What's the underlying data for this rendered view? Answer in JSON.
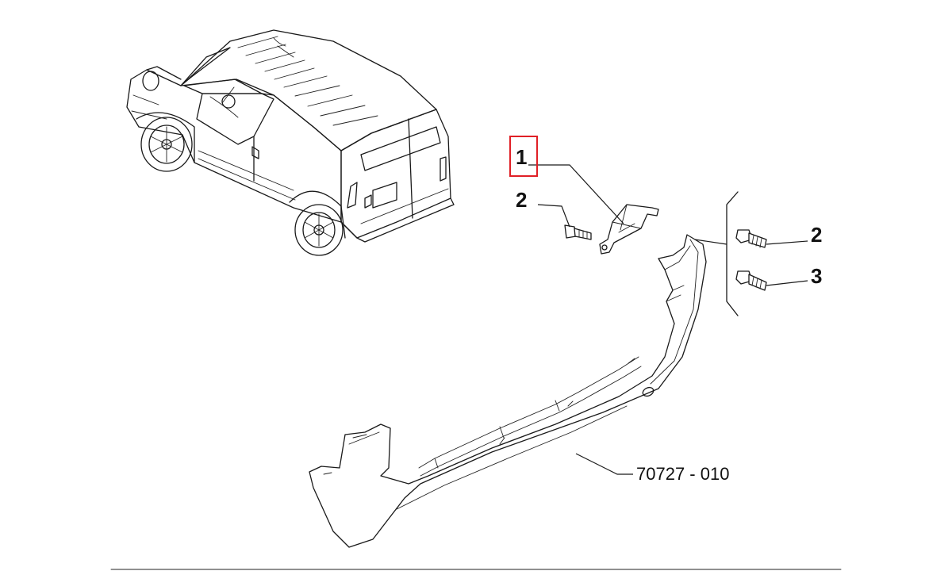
{
  "callouts": {
    "bracket": "1",
    "bracket_screw": "2",
    "bumper_screw_upper": "2",
    "bumper_screw_lower": "3"
  },
  "part_number": "70727 - 010",
  "colors": {
    "line": "#1a1a1a",
    "highlight": "#e01f26",
    "background": "#ffffff"
  }
}
